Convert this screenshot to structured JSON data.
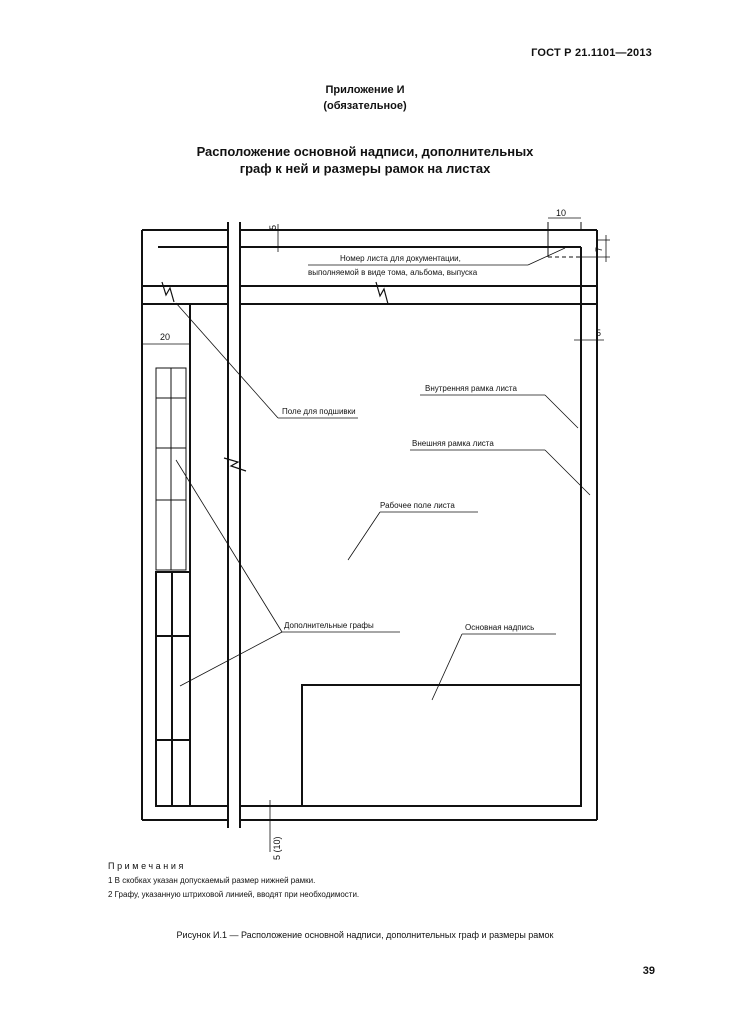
{
  "header": {
    "standard": "ГОСТ Р 21.1101—2013"
  },
  "appendix": {
    "title": "Приложение И",
    "subtitle": "(обязательное)"
  },
  "section": {
    "title_line1": "Расположение основной надписи, дополнительных",
    "title_line2": "граф к ней и размеры рамок на листах"
  },
  "figure": {
    "labels": {
      "sheet_number_line1": "Номер листа  для  документации,",
      "sheet_number_line2": "выполняемой в виде тома, альбома, выпуска",
      "binding_field": "Поле для подшивки",
      "inner_frame": "Внутренняя рамка листа",
      "outer_frame": "Внешняя рамка листа",
      "work_field": "Рабочее поле листа",
      "additional_columns": "Дополнительные графы",
      "title_block": "Основная надпись"
    },
    "dimensions": {
      "top_margin": "5",
      "sheet_num_width": "10",
      "sheet_num_height": "7",
      "right_margin": "5",
      "left_margin": "20",
      "bottom_margin": "5 (10)"
    }
  },
  "notes": {
    "heading": "Примечания",
    "items": [
      "1 В скобках указан допускаемый размер нижней рамки.",
      "2 Графу, указанную штриховой линией, вводят при необходимости."
    ]
  },
  "caption": "Рисунок И.1 — Расположение основной надписи, дополнительных граф и размеры рамок",
  "page_number": "39"
}
